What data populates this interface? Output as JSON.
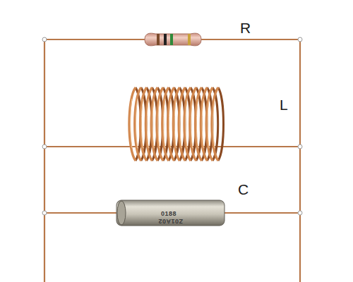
{
  "diagram": {
    "labels": [
      "R",
      "L",
      "C",
      "0188",
      "Z01A02"
    ]
  }
}
